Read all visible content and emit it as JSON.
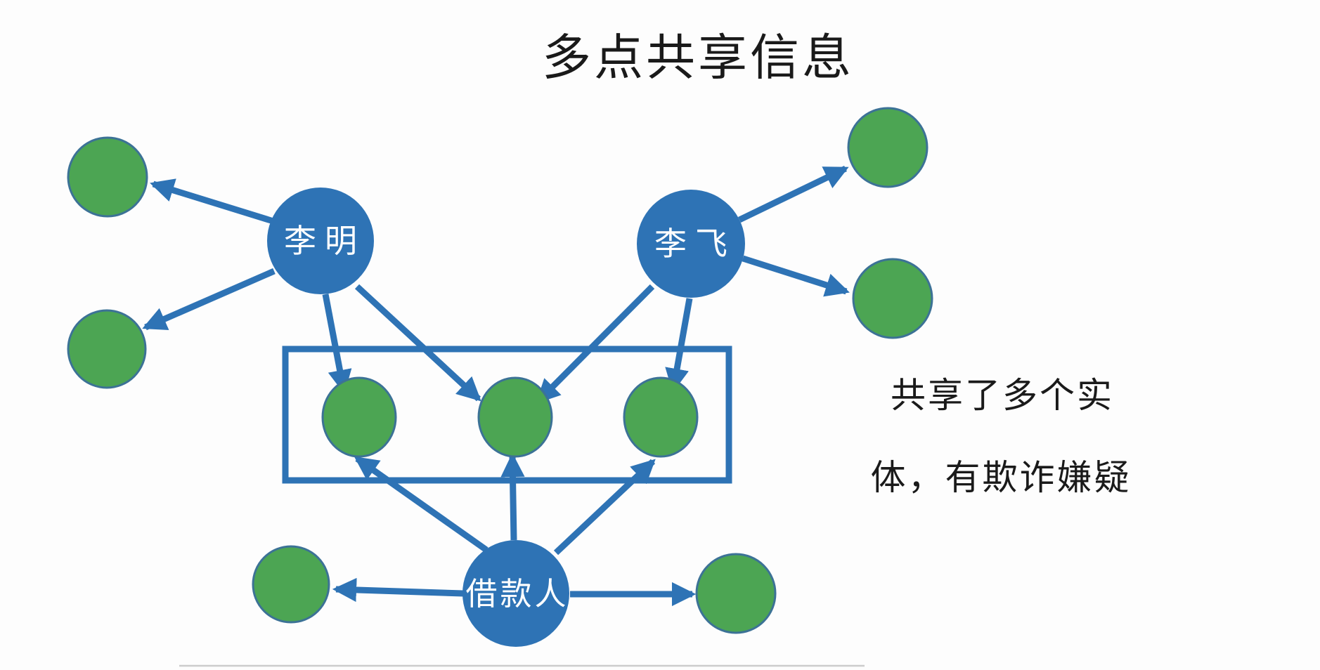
{
  "title": "多点共享信息",
  "annotation": {
    "line1": "共享了多个实",
    "line2": "体，有欺诈嫌疑"
  },
  "nodes": {
    "liming": {
      "label": "李明",
      "type": "person"
    },
    "lifei": {
      "label": "李飞",
      "type": "person"
    },
    "borrower": {
      "label": "借款人",
      "type": "person"
    }
  },
  "entities": [
    "entity-top-left",
    "entity-mid-left",
    "entity-bottom-left",
    "entity-bottom-right",
    "entity-top-right",
    "entity-right-mid",
    "shared-entity-1",
    "shared-entity-2",
    "shared-entity-3"
  ],
  "shared_box": {
    "contains": [
      "shared-entity-1",
      "shared-entity-2",
      "shared-entity-3"
    ]
  },
  "edges": [
    {
      "from": "liming",
      "to": "entity-top-left"
    },
    {
      "from": "liming",
      "to": "entity-mid-left"
    },
    {
      "from": "liming",
      "to": "shared-entity-1"
    },
    {
      "from": "liming",
      "to": "shared-entity-2"
    },
    {
      "from": "lifei",
      "to": "entity-top-right"
    },
    {
      "from": "lifei",
      "to": "entity-right-mid"
    },
    {
      "from": "lifei",
      "to": "shared-entity-2"
    },
    {
      "from": "lifei",
      "to": "shared-entity-3"
    },
    {
      "from": "borrower",
      "to": "entity-bottom-left"
    },
    {
      "from": "borrower",
      "to": "entity-bottom-right"
    },
    {
      "from": "borrower",
      "to": "shared-entity-1"
    },
    {
      "from": "borrower",
      "to": "shared-entity-2"
    },
    {
      "from": "borrower",
      "to": "shared-entity-3"
    }
  ],
  "colors": {
    "person_node_fill": "#2e73b5",
    "entity_fill": "#4ca553",
    "entity_stroke": "#3c7296",
    "arrow": "#2e73b5",
    "box_stroke": "#2e73b5",
    "title_text": "#1a1a1a",
    "node_label_text": "#ffffff",
    "background": "#fdfdfd"
  }
}
